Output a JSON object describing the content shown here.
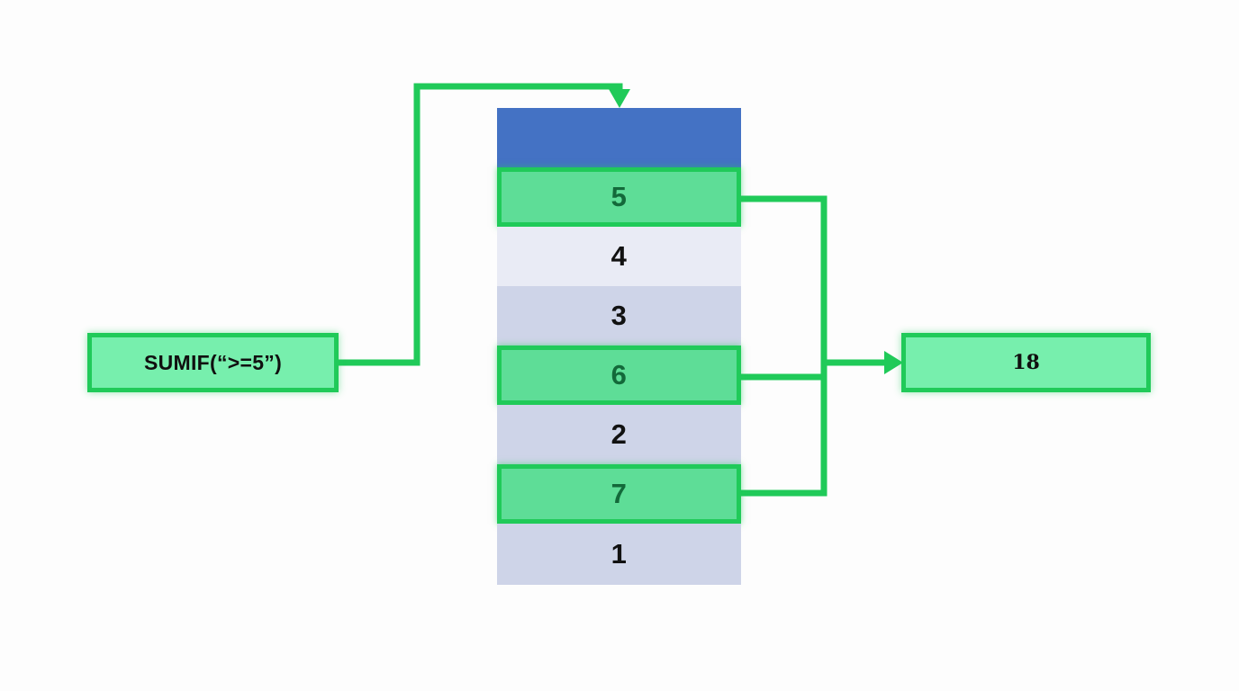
{
  "diagram": {
    "title": "SUMIF conditional sum illustration",
    "background_color": "#fdfdfd",
    "accent_color": "#20ca59",
    "highlight_fill": "#5edd97",
    "header_color": "#4472c4"
  },
  "formula": {
    "label": "SUMIF(“>=5”)",
    "criteria": ">=5"
  },
  "column": {
    "header_label": "",
    "cells": [
      {
        "value": "5",
        "matched": true,
        "fill": "#5edd97"
      },
      {
        "value": "4",
        "matched": false,
        "fill": "#e9ebf5"
      },
      {
        "value": "3",
        "matched": false,
        "fill": "#ced4e8"
      },
      {
        "value": "6",
        "matched": true,
        "fill": "#5edd97"
      },
      {
        "value": "2",
        "matched": false,
        "fill": "#ced4e8"
      },
      {
        "value": "7",
        "matched": true,
        "fill": "#5edd97"
      },
      {
        "value": "1",
        "matched": false,
        "fill": "#ced4e8"
      }
    ]
  },
  "result": {
    "label": "18"
  },
  "chart_data": {
    "type": "table",
    "title": "SUMIF(“>=5”)",
    "categories": [
      "5",
      "4",
      "3",
      "6",
      "2",
      "7",
      "1"
    ],
    "values": [
      5,
      4,
      3,
      6,
      2,
      7,
      1
    ],
    "matched": [
      true,
      false,
      false,
      true,
      false,
      true,
      false
    ],
    "matched_values": [
      5,
      6,
      7
    ],
    "sum": 18,
    "criteria": ">=5",
    "xlabel": "",
    "ylabel": ""
  }
}
